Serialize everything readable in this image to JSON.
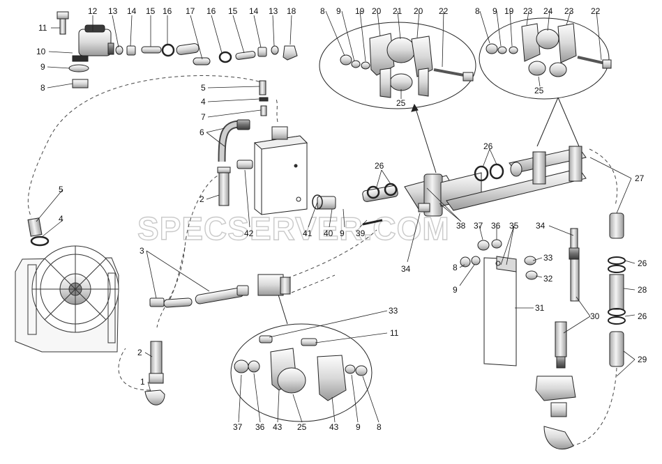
{
  "watermark": "SPECSERVER.COM",
  "callouts": [
    {
      "id": "c-12a",
      "text": "12"
    },
    {
      "id": "c-13a",
      "text": "13"
    },
    {
      "id": "c-14a",
      "text": "14"
    },
    {
      "id": "c-15a",
      "text": "15"
    },
    {
      "id": "c-16a",
      "text": "16"
    },
    {
      "id": "c-17",
      "text": "17"
    },
    {
      "id": "c-16b",
      "text": "16"
    },
    {
      "id": "c-15b",
      "text": "15"
    },
    {
      "id": "c-14b",
      "text": "14"
    },
    {
      "id": "c-13b",
      "text": "13"
    },
    {
      "id": "c-18",
      "text": "18"
    },
    {
      "id": "c-11a",
      "text": "11"
    },
    {
      "id": "c-10",
      "text": "10"
    },
    {
      "id": "c-9a",
      "text": "9"
    },
    {
      "id": "c-8a",
      "text": "8"
    },
    {
      "id": "c-5a",
      "text": "5"
    },
    {
      "id": "c-4a",
      "text": "4"
    },
    {
      "id": "c-7",
      "text": "7"
    },
    {
      "id": "c-6",
      "text": "6"
    },
    {
      "id": "c-2a",
      "text": "2"
    },
    {
      "id": "c-42",
      "text": "42"
    },
    {
      "id": "c-5b",
      "text": "5"
    },
    {
      "id": "c-4b",
      "text": "4"
    },
    {
      "id": "c-3",
      "text": "3"
    },
    {
      "id": "c-2b",
      "text": "2"
    },
    {
      "id": "c-1",
      "text": "1"
    },
    {
      "id": "c-41",
      "text": "41"
    },
    {
      "id": "c-40",
      "text": "40"
    },
    {
      "id": "c-9b",
      "text": "9"
    },
    {
      "id": "c-39",
      "text": "39"
    },
    {
      "id": "c-26a",
      "text": "26"
    },
    {
      "id": "c-38",
      "text": "38"
    },
    {
      "id": "c-34a",
      "text": "34"
    },
    {
      "id": "c-26b",
      "text": "26"
    },
    {
      "id": "c-8b",
      "text": "8"
    },
    {
      "id": "c-9c",
      "text": "9"
    },
    {
      "id": "c-19a",
      "text": "19"
    },
    {
      "id": "c-20a",
      "text": "20"
    },
    {
      "id": "c-21",
      "text": "21"
    },
    {
      "id": "c-20b",
      "text": "20"
    },
    {
      "id": "c-22a",
      "text": "22"
    },
    {
      "id": "c-25a",
      "text": "25"
    },
    {
      "id": "c-8c",
      "text": "8"
    },
    {
      "id": "c-9d",
      "text": "9"
    },
    {
      "id": "c-19b",
      "text": "19"
    },
    {
      "id": "c-23a",
      "text": "23"
    },
    {
      "id": "c-24",
      "text": "24"
    },
    {
      "id": "c-23b",
      "text": "23"
    },
    {
      "id": "c-22b",
      "text": "22"
    },
    {
      "id": "c-25b",
      "text": "25"
    },
    {
      "id": "c-27",
      "text": "27"
    },
    {
      "id": "c-37a",
      "text": "37"
    },
    {
      "id": "c-36a",
      "text": "36"
    },
    {
      "id": "c-35",
      "text": "35"
    },
    {
      "id": "c-34b",
      "text": "34"
    },
    {
      "id": "c-8d",
      "text": "8"
    },
    {
      "id": "c-9e",
      "text": "9"
    },
    {
      "id": "c-33a",
      "text": "33"
    },
    {
      "id": "c-32",
      "text": "32"
    },
    {
      "id": "c-31",
      "text": "31"
    },
    {
      "id": "c-30",
      "text": "30"
    },
    {
      "id": "c-26c",
      "text": "26"
    },
    {
      "id": "c-28",
      "text": "28"
    },
    {
      "id": "c-26d",
      "text": "26"
    },
    {
      "id": "c-29",
      "text": "29"
    },
    {
      "id": "c-33b",
      "text": "33"
    },
    {
      "id": "c-11b",
      "text": "11"
    },
    {
      "id": "c-37b",
      "text": "37"
    },
    {
      "id": "c-36b",
      "text": "36"
    },
    {
      "id": "c-43a",
      "text": "43"
    },
    {
      "id": "c-25c",
      "text": "25"
    },
    {
      "id": "c-43b",
      "text": "43"
    },
    {
      "id": "c-9f",
      "text": "9"
    },
    {
      "id": "c-8e",
      "text": "8"
    }
  ]
}
